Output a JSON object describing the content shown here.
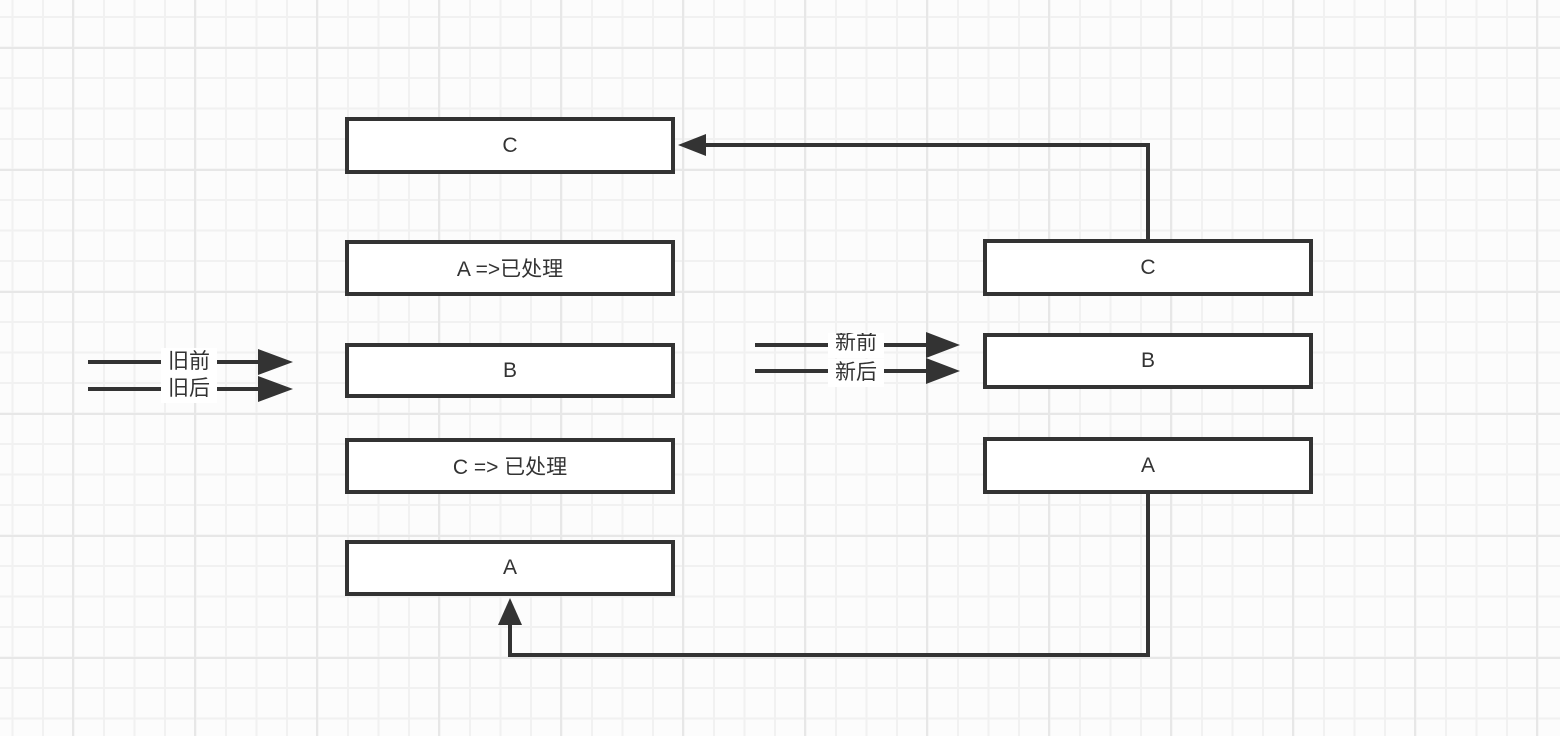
{
  "diagram": {
    "title": "linked-list reversal diagram",
    "old_list": {
      "nodes": [
        {
          "label": "C"
        },
        {
          "label": "A =>已处理"
        },
        {
          "label": "B"
        },
        {
          "label": "C => 已处理"
        },
        {
          "label": "A"
        }
      ]
    },
    "new_list": {
      "nodes": [
        {
          "label": "C"
        },
        {
          "label": "B"
        },
        {
          "label": "A"
        }
      ]
    },
    "pointers": {
      "old_front": "旧前",
      "old_back": "旧后",
      "new_front": "新前",
      "new_back": "新后"
    },
    "colors": {
      "stroke": "#333333",
      "node_fill": "#ffffff",
      "canvas_bg": "#fcfcfc",
      "grid_minor": "#f1f1f1",
      "grid_major": "#e7e7e7"
    }
  }
}
